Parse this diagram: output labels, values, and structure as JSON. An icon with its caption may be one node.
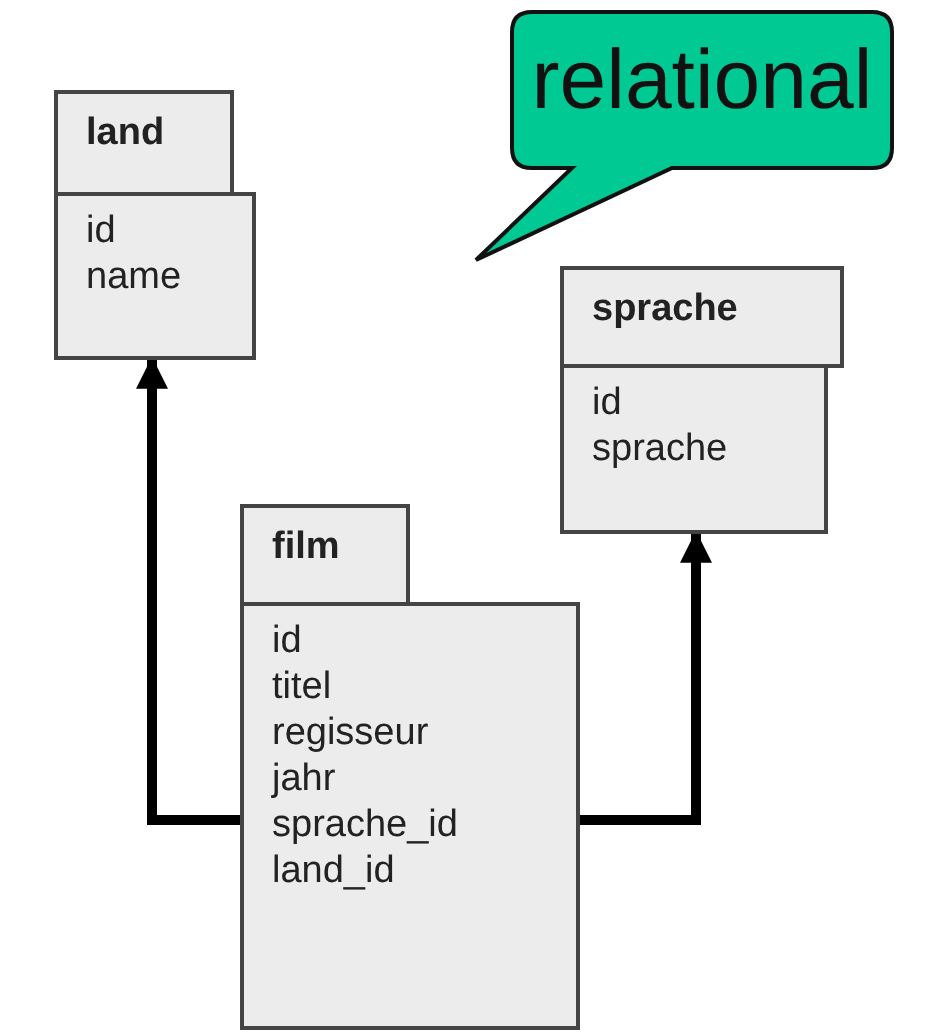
{
  "diagram": {
    "nodes": [
      {
        "text": [
          "relational"
        ]
      },
      {
        "text": [
          "land",
          "id",
          "name"
        ]
      },
      {
        "text": [
          "sprache",
          "id",
          "sprache"
        ]
      },
      {
        "text": [
          "film",
          "id",
          "titel",
          "regisseur",
          "jahr",
          "sprache_id",
          "land_id"
        ]
      }
    ],
    "edges": [
      {
        "from": 3,
        "to": 1,
        "arrow": "to"
      },
      {
        "from": 3,
        "to": 2,
        "arrow": "to"
      }
    ]
  }
}
